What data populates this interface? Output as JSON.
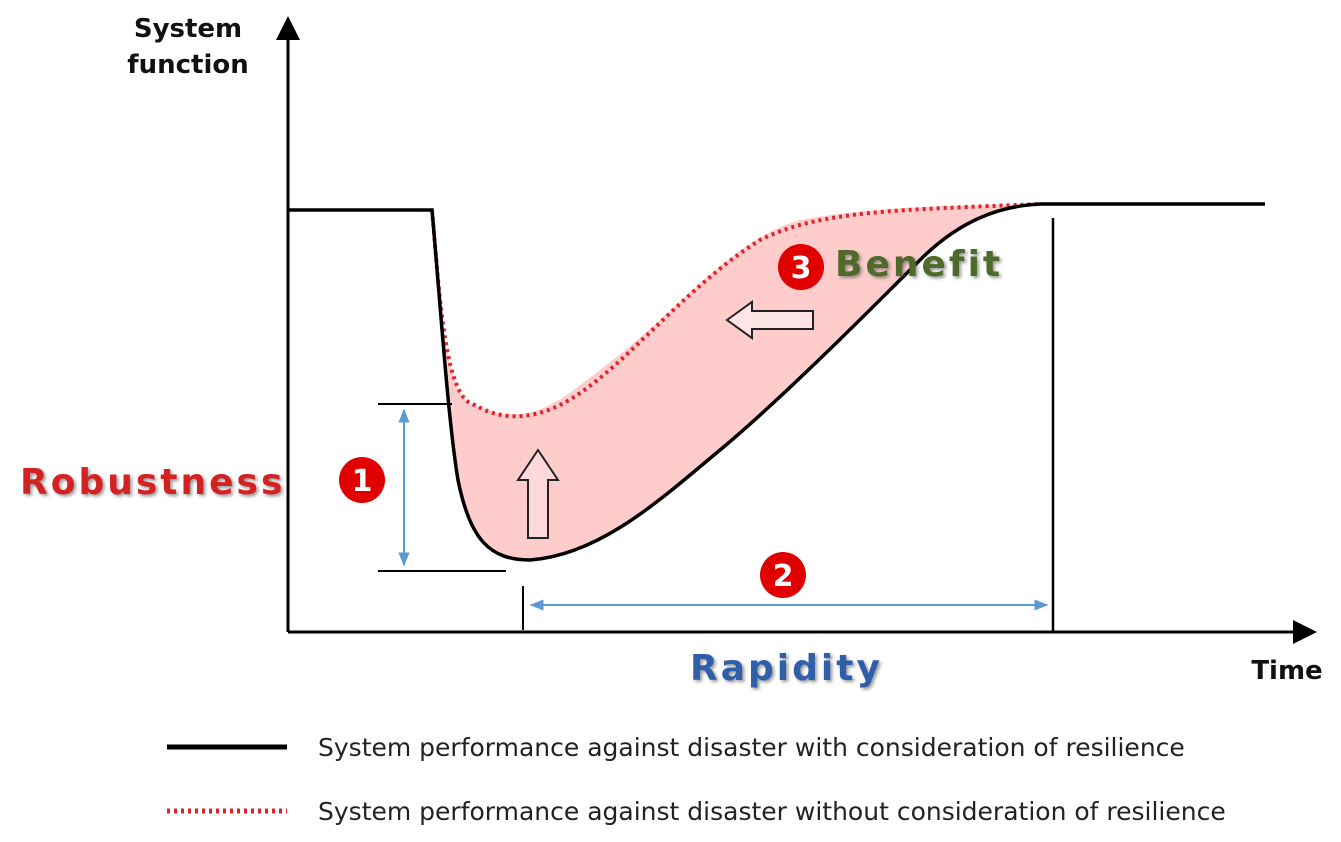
{
  "axes": {
    "y_title_line1": "System",
    "y_title_line2": "function",
    "x_title": "Time"
  },
  "labels": {
    "robustness": "Robustness",
    "rapidity": "Rapidity",
    "benefit": "Benefit"
  },
  "markers": {
    "one": "1",
    "two": "2",
    "three": "3"
  },
  "legend": [
    {
      "text": "System performance against disaster with consideration of resilience",
      "style": "solid",
      "color": "#000000"
    },
    {
      "text": "System performance against disaster without consideration of resilience",
      "style": "dotted",
      "color": "#e0222a"
    }
  ],
  "colors": {
    "with_resilience": "#000000",
    "without_resilience": "#e0222a",
    "benefit_fill": "#ffcccc",
    "robustness": "#d42020",
    "rapidity": "#2d5fa8",
    "benefit": "#4f6b2a",
    "dimension_arrow": "#5b9bd5",
    "marker_circle": "#e00000"
  }
}
